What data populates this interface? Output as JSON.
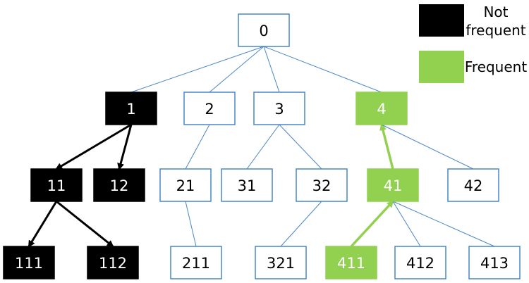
{
  "colors": {
    "plain_border": "#4a86c8",
    "plain_fill": "#ffffff",
    "plain_text": "#000000",
    "not_frequent_fill": "#000000",
    "not_frequent_text": "#ffffff",
    "frequent_fill": "#92d050",
    "frequent_text": "#ffffff",
    "plain_edge": "#4a86c8",
    "black_edge": "#000000",
    "green_edge": "#92d050"
  },
  "legend": {
    "not_frequent_line1": "Not",
    "not_frequent_line2": "frequent",
    "frequent": "Frequent"
  },
  "nodes": [
    {
      "id": "0",
      "label": "0",
      "status": "plain"
    },
    {
      "id": "1",
      "label": "1",
      "status": "not_frequent"
    },
    {
      "id": "2",
      "label": "2",
      "status": "plain"
    },
    {
      "id": "3",
      "label": "3",
      "status": "plain"
    },
    {
      "id": "4",
      "label": "4",
      "status": "frequent"
    },
    {
      "id": "11",
      "label": "11",
      "status": "not_frequent"
    },
    {
      "id": "12",
      "label": "12",
      "status": "not_frequent"
    },
    {
      "id": "21",
      "label": "21",
      "status": "plain"
    },
    {
      "id": "31",
      "label": "31",
      "status": "plain"
    },
    {
      "id": "32",
      "label": "32",
      "status": "plain"
    },
    {
      "id": "41",
      "label": "41",
      "status": "frequent"
    },
    {
      "id": "42",
      "label": "42",
      "status": "plain"
    },
    {
      "id": "111",
      "label": "111",
      "status": "not_frequent"
    },
    {
      "id": "112",
      "label": "112",
      "status": "not_frequent"
    },
    {
      "id": "211",
      "label": "211",
      "status": "plain"
    },
    {
      "id": "321",
      "label": "321",
      "status": "plain"
    },
    {
      "id": "411",
      "label": "411",
      "status": "frequent"
    },
    {
      "id": "412",
      "label": "412",
      "status": "plain"
    },
    {
      "id": "413",
      "label": "413",
      "status": "plain"
    }
  ],
  "edges": [
    {
      "from": "0",
      "to": "1",
      "style": "plain"
    },
    {
      "from": "0",
      "to": "2",
      "style": "plain"
    },
    {
      "from": "0",
      "to": "3",
      "style": "plain"
    },
    {
      "from": "0",
      "to": "4",
      "style": "plain"
    },
    {
      "from": "1",
      "to": "11",
      "style": "black_arrow"
    },
    {
      "from": "1",
      "to": "12",
      "style": "black_arrow"
    },
    {
      "from": "11",
      "to": "111",
      "style": "black_arrow"
    },
    {
      "from": "11",
      "to": "112",
      "style": "black_arrow"
    },
    {
      "from": "2",
      "to": "21",
      "style": "plain"
    },
    {
      "from": "21",
      "to": "211",
      "style": "plain"
    },
    {
      "from": "3",
      "to": "31",
      "style": "plain"
    },
    {
      "from": "3",
      "to": "32",
      "style": "plain"
    },
    {
      "from": "32",
      "to": "321",
      "style": "plain"
    },
    {
      "from": "41",
      "to": "4",
      "style": "green_arrow"
    },
    {
      "from": "4",
      "to": "42",
      "style": "plain"
    },
    {
      "from": "411",
      "to": "41",
      "style": "green_arrow"
    },
    {
      "from": "41",
      "to": "412",
      "style": "plain"
    },
    {
      "from": "41",
      "to": "413",
      "style": "plain"
    }
  ]
}
